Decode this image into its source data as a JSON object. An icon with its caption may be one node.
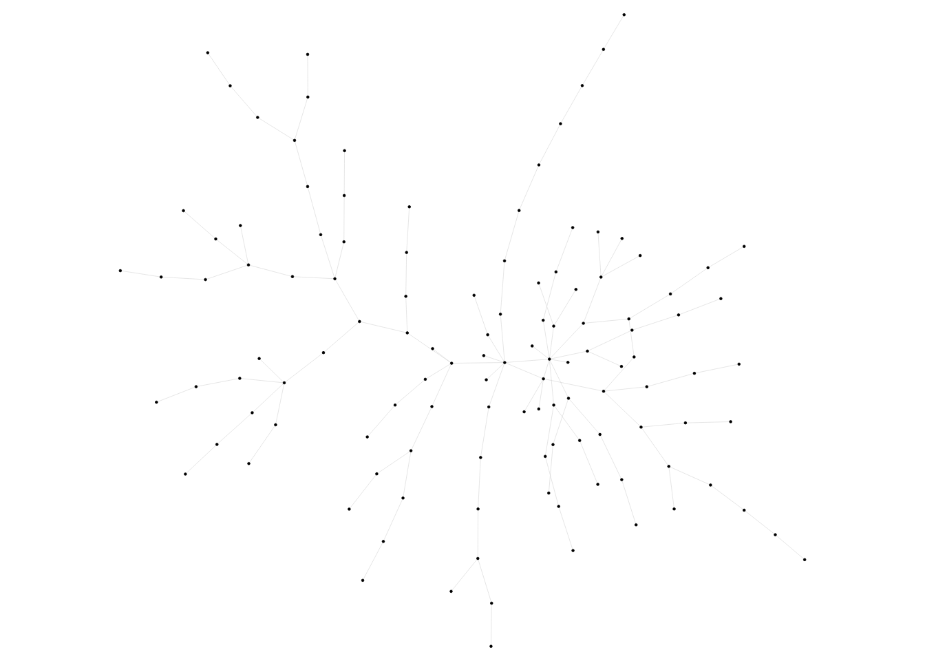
{
  "diagram": {
    "nodes": [
      {
        "text": [],
        "shape": "circle"
      },
      {
        "text": [],
        "shape": "circle"
      },
      {
        "text": [],
        "shape": "circle"
      },
      {
        "text": [],
        "shape": "circle"
      },
      {
        "text": [],
        "shape": "circle"
      },
      {
        "text": [],
        "shape": "circle"
      },
      {
        "text": [],
        "shape": "circle"
      },
      {
        "text": [],
        "shape": "circle"
      },
      {
        "text": [],
        "shape": "circle"
      },
      {
        "text": [],
        "shape": "circle"
      },
      {
        "text": [],
        "shape": "circle"
      },
      {
        "text": [],
        "shape": "circle"
      },
      {
        "text": [],
        "shape": "circle"
      },
      {
        "text": [],
        "shape": "circle"
      },
      {
        "text": [],
        "shape": "circle"
      },
      {
        "text": [],
        "shape": "circle"
      },
      {
        "text": [],
        "shape": "circle"
      },
      {
        "text": [],
        "shape": "circle"
      },
      {
        "text": [],
        "shape": "circle"
      },
      {
        "text": [],
        "shape": "circle"
      },
      {
        "text": [],
        "shape": "circle"
      },
      {
        "text": [],
        "shape": "circle"
      },
      {
        "text": [],
        "shape": "circle"
      },
      {
        "text": [],
        "shape": "circle"
      },
      {
        "text": [],
        "shape": "circle"
      },
      {
        "text": [],
        "shape": "circle"
      },
      {
        "text": [],
        "shape": "circle"
      },
      {
        "text": [],
        "shape": "circle"
      },
      {
        "text": [],
        "shape": "circle"
      },
      {
        "text": [],
        "shape": "circle"
      },
      {
        "text": [],
        "shape": "circle"
      },
      {
        "text": [],
        "shape": "circle"
      },
      {
        "text": [],
        "shape": "circle"
      },
      {
        "text": [],
        "shape": "circle"
      },
      {
        "text": [],
        "shape": "circle"
      },
      {
        "text": [],
        "shape": "circle"
      },
      {
        "text": [],
        "shape": "circle"
      },
      {
        "text": [],
        "shape": "circle"
      },
      {
        "text": [],
        "shape": "circle"
      },
      {
        "text": [],
        "shape": "circle"
      },
      {
        "text": [],
        "shape": "circle"
      },
      {
        "text": [],
        "shape": "circle"
      },
      {
        "text": [],
        "shape": "circle"
      },
      {
        "text": [],
        "shape": "circle"
      },
      {
        "text": [],
        "shape": "circle"
      },
      {
        "text": [],
        "shape": "circle"
      },
      {
        "text": [],
        "shape": "circle"
      },
      {
        "text": [],
        "shape": "circle"
      },
      {
        "text": [],
        "shape": "circle"
      },
      {
        "text": [],
        "shape": "circle"
      },
      {
        "text": [],
        "shape": "circle"
      },
      {
        "text": [],
        "shape": "circle"
      },
      {
        "text": [],
        "shape": "circle"
      },
      {
        "text": [],
        "shape": "circle"
      },
      {
        "text": [],
        "shape": "circle"
      },
      {
        "text": [],
        "shape": "circle"
      },
      {
        "text": [],
        "shape": "circle"
      },
      {
        "text": [],
        "shape": "circle"
      },
      {
        "text": [],
        "shape": "circle"
      },
      {
        "text": [],
        "shape": "circle"
      },
      {
        "text": [],
        "shape": "circle"
      },
      {
        "text": [],
        "shape": "circle"
      },
      {
        "text": [],
        "shape": "circle"
      },
      {
        "text": [],
        "shape": "circle"
      },
      {
        "text": [],
        "shape": "circle"
      },
      {
        "text": [],
        "shape": "circle"
      },
      {
        "text": [],
        "shape": "circle"
      },
      {
        "text": [],
        "shape": "circle"
      },
      {
        "text": [],
        "shape": "circle"
      },
      {
        "text": [],
        "shape": "circle"
      },
      {
        "text": [],
        "shape": "circle"
      },
      {
        "text": [],
        "shape": "circle"
      },
      {
        "text": [],
        "shape": "circle"
      },
      {
        "text": [],
        "shape": "circle"
      },
      {
        "text": [],
        "shape": "circle"
      },
      {
        "text": [],
        "shape": "circle"
      },
      {
        "text": [],
        "shape": "circle"
      },
      {
        "text": [],
        "shape": "circle"
      },
      {
        "text": [],
        "shape": "circle"
      },
      {
        "text": [],
        "shape": "circle"
      },
      {
        "text": [],
        "shape": "circle"
      },
      {
        "text": [],
        "shape": "circle"
      },
      {
        "text": [],
        "shape": "circle"
      },
      {
        "text": [],
        "shape": "circle"
      },
      {
        "text": [],
        "shape": "circle"
      },
      {
        "text": [],
        "shape": "circle"
      },
      {
        "text": [],
        "shape": "circle"
      },
      {
        "text": [],
        "shape": "circle"
      },
      {
        "text": [],
        "shape": "circle"
      },
      {
        "text": [],
        "shape": "circle"
      },
      {
        "text": [],
        "shape": "circle"
      },
      {
        "text": [],
        "shape": "circle"
      },
      {
        "text": [],
        "shape": "circle"
      },
      {
        "text": [],
        "shape": "circle"
      },
      {
        "text": [],
        "shape": "circle"
      },
      {
        "text": [],
        "shape": "circle"
      },
      {
        "text": [],
        "shape": "circle"
      },
      {
        "text": [],
        "shape": "circle"
      },
      {
        "text": [],
        "shape": "circle"
      },
      {
        "text": [],
        "shape": "circle"
      },
      {
        "text": [],
        "shape": "circle"
      },
      {
        "text": [],
        "shape": "circle"
      },
      {
        "text": [],
        "shape": "circle"
      },
      {
        "text": [],
        "shape": "circle"
      },
      {
        "text": [],
        "shape": "circle"
      },
      {
        "text": [],
        "shape": "circle"
      },
      {
        "text": [],
        "shape": "circle"
      },
      {
        "text": [],
        "shape": "circle"
      },
      {
        "text": [],
        "shape": "circle"
      },
      {
        "text": [],
        "shape": "circle"
      },
      {
        "text": [],
        "shape": "circle"
      },
      {
        "text": [],
        "shape": "circle"
      },
      {
        "text": [],
        "shape": "circle"
      },
      {
        "text": [],
        "shape": "circle"
      },
      {
        "text": [],
        "shape": "circle"
      },
      {
        "text": [],
        "shape": "circle"
      },
      {
        "text": [],
        "shape": "circle"
      },
      {
        "text": [],
        "shape": "circle"
      },
      {
        "text": [],
        "shape": "circle"
      },
      {
        "text": [],
        "shape": "circle"
      }
    ],
    "edges": [
      {
        "from": 3,
        "to": 2,
        "arrow": "none"
      },
      {
        "from": 2,
        "to": 1,
        "arrow": "none"
      },
      {
        "from": 1,
        "to": 0,
        "arrow": "none"
      },
      {
        "from": 3,
        "to": 4,
        "arrow": "none"
      },
      {
        "from": 4,
        "to": 5,
        "arrow": "none"
      },
      {
        "from": 6,
        "to": 7,
        "arrow": "none"
      },
      {
        "from": 7,
        "to": 8,
        "arrow": "none"
      },
      {
        "from": 8,
        "to": 9,
        "arrow": "none"
      },
      {
        "from": 9,
        "to": 10,
        "arrow": "none"
      },
      {
        "from": 10,
        "to": 11,
        "arrow": "none"
      },
      {
        "from": 12,
        "to": 13,
        "arrow": "none"
      },
      {
        "from": 12,
        "to": 14,
        "arrow": "none"
      },
      {
        "from": 15,
        "to": 16,
        "arrow": "none"
      },
      {
        "from": 16,
        "to": 17,
        "arrow": "none"
      },
      {
        "from": 17,
        "to": 18,
        "arrow": "none"
      },
      {
        "from": 18,
        "to": 19,
        "arrow": "none"
      },
      {
        "from": 19,
        "to": 20,
        "arrow": "none"
      },
      {
        "from": 22,
        "to": 21,
        "arrow": "none"
      },
      {
        "from": 22,
        "to": 23,
        "arrow": "none"
      },
      {
        "from": 23,
        "to": 24,
        "arrow": "none"
      },
      {
        "from": 24,
        "to": 25,
        "arrow": "none"
      },
      {
        "from": 22,
        "to": 26,
        "arrow": "none"
      },
      {
        "from": 26,
        "to": 27,
        "arrow": "none"
      },
      {
        "from": 26,
        "to": 28,
        "arrow": "none"
      },
      {
        "from": 28,
        "to": 29,
        "arrow": "none"
      },
      {
        "from": 29,
        "to": 30,
        "arrow": "none"
      },
      {
        "from": 32,
        "to": 31,
        "arrow": "none"
      },
      {
        "from": 32,
        "to": 33,
        "arrow": "none"
      },
      {
        "from": 32,
        "to": 34,
        "arrow": "none"
      },
      {
        "from": 37,
        "to": 38,
        "arrow": "none"
      },
      {
        "from": 38,
        "to": 39,
        "arrow": "none"
      },
      {
        "from": 39,
        "to": 40,
        "arrow": "none"
      },
      {
        "from": 40,
        "to": 41,
        "arrow": "none"
      },
      {
        "from": 41,
        "to": 42,
        "arrow": "none"
      },
      {
        "from": 42,
        "to": 43,
        "arrow": "none"
      },
      {
        "from": 43,
        "to": 44,
        "arrow": "none"
      },
      {
        "from": 44,
        "to": 45,
        "arrow": "none"
      },
      {
        "from": 42,
        "to": 46,
        "arrow": "none"
      },
      {
        "from": 46,
        "to": 47,
        "arrow": "none"
      },
      {
        "from": 47,
        "to": 48,
        "arrow": "none"
      },
      {
        "from": 49,
        "to": 50,
        "arrow": "none"
      },
      {
        "from": 49,
        "to": 51,
        "arrow": "none"
      },
      {
        "from": 52,
        "to": 53,
        "arrow": "none"
      },
      {
        "from": 53,
        "to": 54,
        "arrow": "none"
      },
      {
        "from": 54,
        "to": 55,
        "arrow": "none"
      },
      {
        "from": 55,
        "to": 56,
        "arrow": "none"
      },
      {
        "from": 56,
        "to": 57,
        "arrow": "none"
      },
      {
        "from": 57,
        "to": 58,
        "arrow": "none"
      },
      {
        "from": 58,
        "to": 59,
        "arrow": "none"
      },
      {
        "from": 60,
        "to": 61,
        "arrow": "none"
      },
      {
        "from": 60,
        "to": 62,
        "arrow": "none"
      },
      {
        "from": 62,
        "to": 63,
        "arrow": "none"
      },
      {
        "from": 65,
        "to": 66,
        "arrow": "none"
      },
      {
        "from": 66,
        "to": 67,
        "arrow": "none"
      },
      {
        "from": 67,
        "to": 68,
        "arrow": "none"
      },
      {
        "from": 66,
        "to": 69,
        "arrow": "none"
      },
      {
        "from": 69,
        "to": 70,
        "arrow": "none"
      },
      {
        "from": 70,
        "to": 71,
        "arrow": "none"
      },
      {
        "from": 77,
        "to": 74,
        "arrow": "none"
      },
      {
        "from": 74,
        "to": 73,
        "arrow": "none"
      },
      {
        "from": 73,
        "to": 72,
        "arrow": "none"
      },
      {
        "from": 77,
        "to": 76,
        "arrow": "none"
      },
      {
        "from": 76,
        "to": 75,
        "arrow": "none"
      },
      {
        "from": 77,
        "to": 78,
        "arrow": "none"
      },
      {
        "from": 77,
        "to": 79,
        "arrow": "none"
      },
      {
        "from": 79,
        "to": 80,
        "arrow": "none"
      },
      {
        "from": 80,
        "to": 81,
        "arrow": "none"
      },
      {
        "from": 77,
        "to": 82,
        "arrow": "none"
      },
      {
        "from": 82,
        "to": 83,
        "arrow": "none"
      },
      {
        "from": 83,
        "to": 84,
        "arrow": "none"
      },
      {
        "from": 84,
        "to": 85,
        "arrow": "none"
      },
      {
        "from": 85,
        "to": 86,
        "arrow": "none"
      },
      {
        "from": 86,
        "to": 87,
        "arrow": "none"
      },
      {
        "from": 88,
        "to": 89,
        "arrow": "none"
      },
      {
        "from": 89,
        "to": 90,
        "arrow": "none"
      },
      {
        "from": 90,
        "to": 92,
        "arrow": "none"
      },
      {
        "from": 91,
        "to": 92,
        "arrow": "none"
      },
      {
        "from": 92,
        "to": 93,
        "arrow": "none"
      },
      {
        "from": 93,
        "to": 94,
        "arrow": "none"
      },
      {
        "from": 94,
        "to": 95,
        "arrow": "none"
      },
      {
        "from": 95,
        "to": 96,
        "arrow": "none"
      },
      {
        "from": 94,
        "to": 97,
        "arrow": "none"
      },
      {
        "from": 97,
        "to": 98,
        "arrow": "none"
      },
      {
        "from": 98,
        "to": 99,
        "arrow": "none"
      },
      {
        "from": 100,
        "to": 101,
        "arrow": "none"
      },
      {
        "from": 101,
        "to": 105,
        "arrow": "none"
      },
      {
        "from": 102,
        "to": 103,
        "arrow": "none"
      },
      {
        "from": 103,
        "to": 104,
        "arrow": "none"
      },
      {
        "from": 104,
        "to": 105,
        "arrow": "none"
      },
      {
        "from": 105,
        "to": 106,
        "arrow": "none"
      },
      {
        "from": 106,
        "to": 107,
        "arrow": "none"
      },
      {
        "from": 107,
        "to": 108,
        "arrow": "none"
      },
      {
        "from": 108,
        "to": 109,
        "arrow": "none"
      },
      {
        "from": 109,
        "to": 110,
        "arrow": "none"
      },
      {
        "from": 110,
        "to": 111,
        "arrow": "none"
      },
      {
        "from": 108,
        "to": 112,
        "arrow": "none"
      },
      {
        "from": 112,
        "to": 113,
        "arrow": "none"
      },
      {
        "from": 113,
        "to": 114,
        "arrow": "none"
      },
      {
        "from": 114,
        "to": 115,
        "arrow": "none"
      },
      {
        "from": 113,
        "to": 116,
        "arrow": "none"
      },
      {
        "from": 113,
        "to": 117,
        "arrow": "none"
      },
      {
        "from": 117,
        "to": 118,
        "arrow": "none"
      },
      {
        "from": 118,
        "to": 119,
        "arrow": "none"
      },
      {
        "from": 3,
        "to": 22,
        "arrow": "none"
      },
      {
        "from": 22,
        "to": 12,
        "arrow": "none"
      },
      {
        "from": 22,
        "to": 18,
        "arrow": "none"
      },
      {
        "from": 22,
        "to": 35,
        "arrow": "none"
      },
      {
        "from": 32,
        "to": 35,
        "arrow": "none"
      },
      {
        "from": 35,
        "to": 40,
        "arrow": "none"
      },
      {
        "from": 22,
        "to": 36,
        "arrow": "none"
      },
      {
        "from": 22,
        "to": 49,
        "arrow": "none"
      },
      {
        "from": 22,
        "to": 60,
        "arrow": "none"
      },
      {
        "from": 59,
        "to": 60,
        "arrow": "none"
      },
      {
        "from": 71,
        "to": 60,
        "arrow": "none"
      },
      {
        "from": 60,
        "to": 64,
        "arrow": "none"
      },
      {
        "from": 60,
        "to": 49,
        "arrow": "none"
      },
      {
        "from": 60,
        "to": 92,
        "arrow": "none"
      },
      {
        "from": 49,
        "to": 42,
        "arrow": "none"
      },
      {
        "from": 10,
        "to": 43,
        "arrow": "none"
      },
      {
        "from": 92,
        "to": 84,
        "arrow": "none"
      },
      {
        "from": 108,
        "to": 83,
        "arrow": "none"
      }
    ]
  }
}
